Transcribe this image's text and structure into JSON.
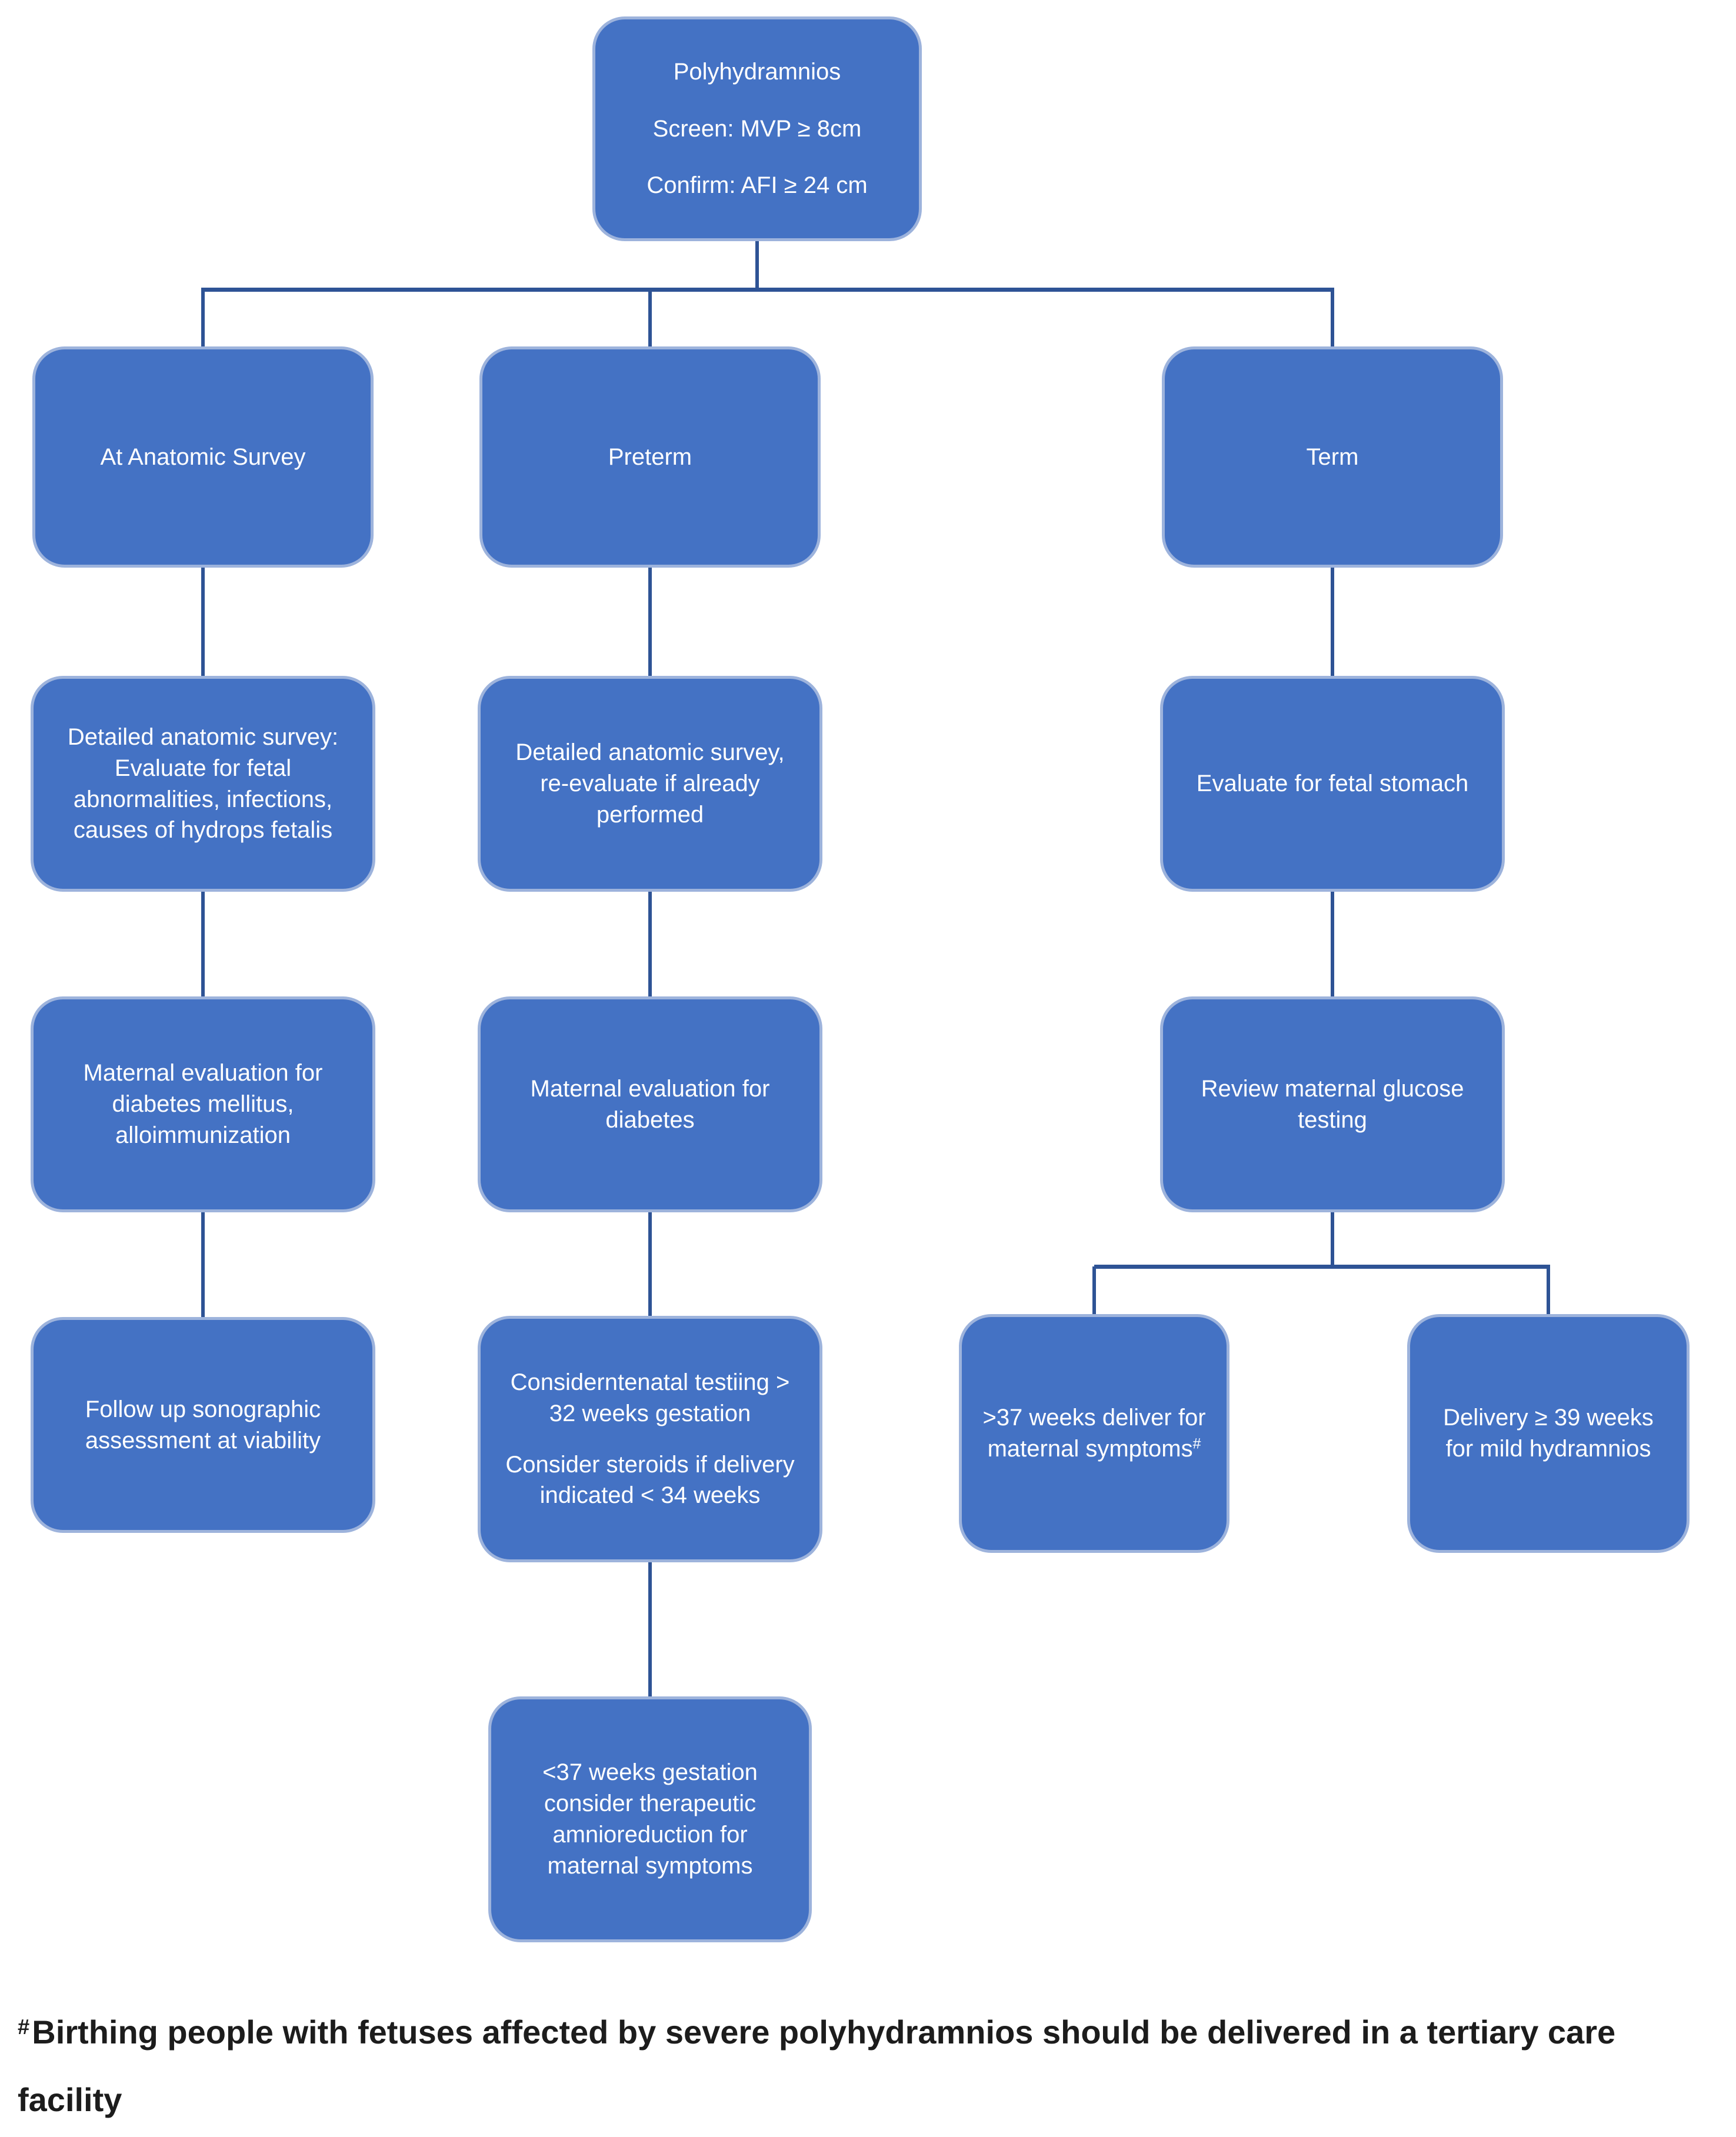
{
  "palette": {
    "background": "#ffffff",
    "box_fill": "#4472c4",
    "box_border": "#9db3dc",
    "box_text": "#ffffff",
    "connector": "#2e5395",
    "footnote_text": "#1c1c1c"
  },
  "root_box": {
    "line1": "Polyhydramnios",
    "line2": "Screen: MVP ≥ 8cm",
    "line3": "Confirm: AFI ≥ 24 cm"
  },
  "columns": {
    "anatomic": {
      "header": "At Anatomic Survey",
      "step1": "Detailed anatomic survey: Evaluate for fetal abnormalities, infections, causes of hydrops fetalis",
      "step2": "Maternal evaluation for diabetes mellitus, alloimmunization",
      "step3": "Follow up sonographic assessment at viability"
    },
    "preterm": {
      "header": "Preterm",
      "step1": "Detailed anatomic survey, re-evaluate if already performed",
      "step2": "Maternal evaluation for diabetes",
      "step3a": "Considerntenatal testiing > 32 weeks gestation",
      "step3b": "Consider steroids if delivery indicated < 34 weeks",
      "step4": "<37 weeks gestation consider therapeutic amnioreduction for maternal symptoms"
    },
    "term": {
      "header": "Term",
      "step1": "Evaluate for fetal stomach",
      "step2": "Review maternal glucose testing",
      "branch_left": ">37 weeks deliver for maternal symptoms",
      "branch_left_marker": "#",
      "branch_right": "Delivery ≥ 39 weeks for mild hydramnios"
    }
  },
  "footnote": {
    "marker": "#",
    "text": "Birthing people with fetuses affected by severe polyhydramnios should be delivered in a tertiary care facility"
  }
}
